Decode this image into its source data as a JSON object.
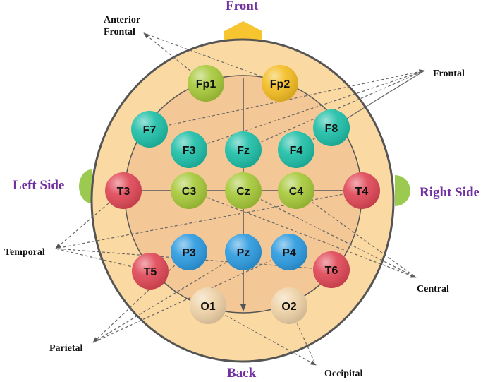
{
  "labels": {
    "front": "Front",
    "back": "Back",
    "left_side": "Left Side",
    "right_side": "Right Side"
  },
  "regions": {
    "anterior_frontal": [
      "Anterior",
      "Frontal"
    ],
    "frontal": "Frontal",
    "temporal": "Temporal",
    "central": "Central",
    "parietal": "Parietal",
    "occipital": "Occipital"
  },
  "electrodes": [
    {
      "id": "fp1",
      "label": "Fp1",
      "color": "#a7c93a"
    },
    {
      "id": "fp2",
      "label": "Fp2",
      "color": "#f4bd23"
    },
    {
      "id": "f7",
      "label": "F7",
      "color": "#1fbfa8"
    },
    {
      "id": "f8",
      "label": "F8",
      "color": "#1fbfa8"
    },
    {
      "id": "f3",
      "label": "F3",
      "color": "#1fbfa8"
    },
    {
      "id": "fz",
      "label": "Fz",
      "color": "#1fbfa8"
    },
    {
      "id": "f4",
      "label": "F4",
      "color": "#1fbfa8"
    },
    {
      "id": "t3",
      "label": "T3",
      "color": "#e04857"
    },
    {
      "id": "c3",
      "label": "C3",
      "color": "#a7c93a"
    },
    {
      "id": "cz",
      "label": "Cz",
      "color": "#a7c93a"
    },
    {
      "id": "c4",
      "label": "C4",
      "color": "#a7c93a"
    },
    {
      "id": "t4",
      "label": "T4",
      "color": "#e04857"
    },
    {
      "id": "p3",
      "label": "P3",
      "color": "#2e9be0"
    },
    {
      "id": "pz",
      "label": "Pz",
      "color": "#2e9be0"
    },
    {
      "id": "p4",
      "label": "P4",
      "color": "#2e9be0"
    },
    {
      "id": "t5",
      "label": "T5",
      "color": "#e04857"
    },
    {
      "id": "t6",
      "label": "T6",
      "color": "#e04857"
    },
    {
      "id": "o1",
      "label": "O1",
      "color": "#efd3a8"
    },
    {
      "id": "o2",
      "label": "O2",
      "color": "#efd3a8"
    }
  ],
  "colors": {
    "scalp": "#fbd9a2",
    "outline": "#555555",
    "nose": "#f7c530",
    "ears": "#9cc94f",
    "title_purple": "#7030a0"
  }
}
